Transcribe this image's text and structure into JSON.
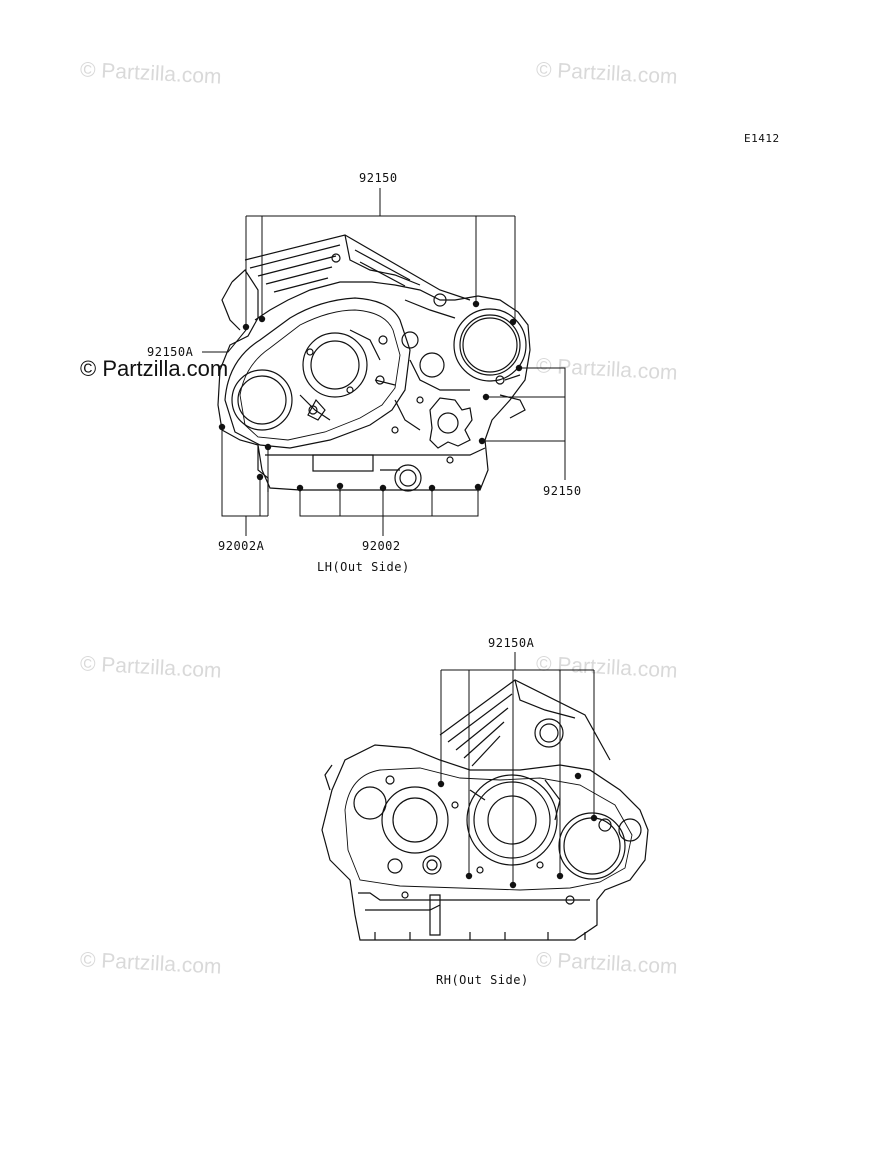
{
  "diagram_code": "E1412",
  "watermark_text": "© Partzilla.com",
  "lh": {
    "caption": "LH(Out Side)",
    "labels": {
      "top": "92150",
      "left": "92150A",
      "right": "92150",
      "bottom_left": "92002A",
      "bottom_mid": "92002"
    }
  },
  "rh": {
    "caption": "RH(Out Side)",
    "labels": {
      "top": "92150A"
    }
  }
}
